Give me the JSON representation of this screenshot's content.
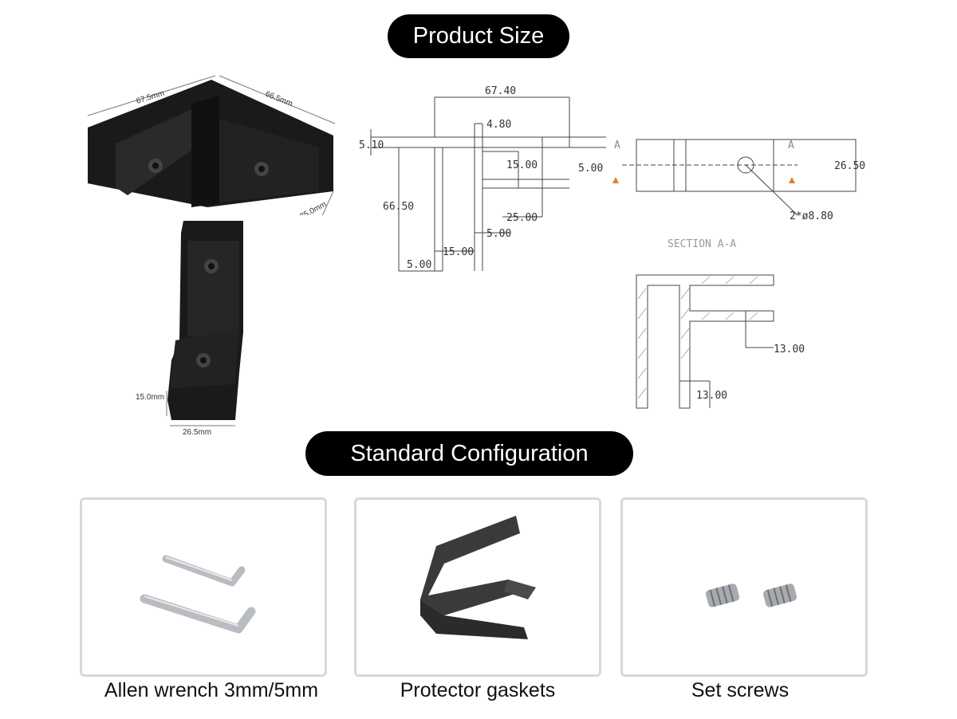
{
  "sections": {
    "product_size_title": "Product Size",
    "config_title": "Standard Configuration"
  },
  "photo_dimensions": {
    "side_a": "67.5mm",
    "side_b": "66.5mm",
    "depth": "25.0mm",
    "height": "15.0mm",
    "width": "26.5mm"
  },
  "drawing": {
    "dim_top": "67.40",
    "dim_480": "4.80",
    "dim_510": "5.10",
    "dim_1500a": "15.00",
    "dim_500a": "5.00",
    "dim_6650": "66.50",
    "dim_2500": "25.00",
    "dim_500b": "5.00",
    "dim_1500b": "15.00",
    "dim_500c": "5.00",
    "dim_2650": "26.50",
    "hole_callout": "2*ø8.80",
    "section_marker": "A",
    "section_title": "SECTION A-A",
    "dim_1300a": "13.00",
    "dim_1300b": "13.00"
  },
  "config_items": [
    {
      "label": "Allen wrench 3mm/5mm",
      "icon": "allen-wrench"
    },
    {
      "label": "Protector gaskets",
      "icon": "gasket"
    },
    {
      "label": "Set screws",
      "icon": "set-screw"
    }
  ]
}
